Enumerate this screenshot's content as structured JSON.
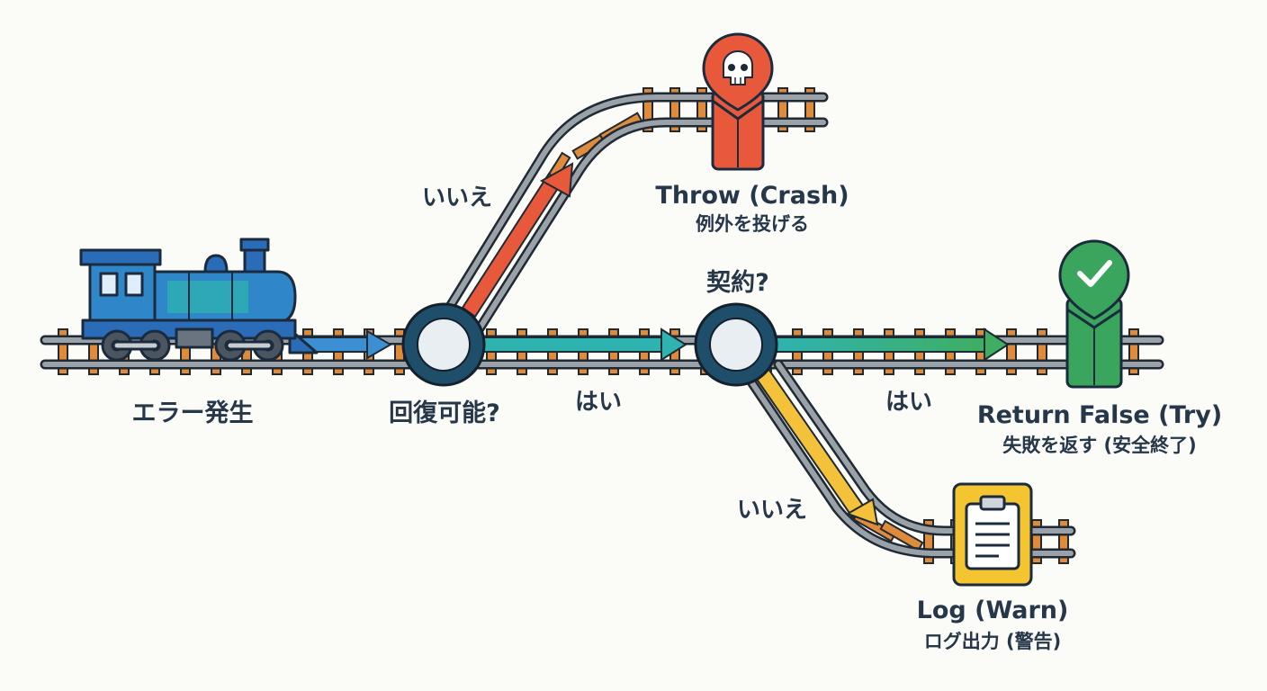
{
  "start": {
    "label": "エラー発生"
  },
  "decision1": {
    "label": "回復可能?",
    "yes": "はい",
    "no": "いいえ"
  },
  "decision2": {
    "label": "契約?",
    "yes": "はい",
    "no": "いいえ"
  },
  "outcomes": {
    "throw": {
      "title": "Throw (Crash)",
      "subtitle": "例外を投げる",
      "icon": "skull-icon",
      "color": "#e8583a"
    },
    "return_false": {
      "title": "Return False (Try)",
      "subtitle": "失敗を返す (安全終了)",
      "icon": "check-icon",
      "color": "#3aa55c"
    },
    "log": {
      "title": "Log (Warn)",
      "subtitle": "ログ出力 (警告)",
      "icon": "clipboard-icon",
      "color": "#f5c431"
    }
  },
  "train": {
    "icon": "steam-locomotive-icon",
    "color": "#2b6cb8"
  },
  "colors": {
    "rail": "#8e959d",
    "tie": "#e08a3c",
    "node": "#1f4e6b",
    "arrow_blue": "#3d8fd4",
    "arrow_teal": "#2fb3b0",
    "arrow_green": "#3fae62",
    "arrow_red": "#e8583a",
    "arrow_yellow": "#f4c13a"
  }
}
